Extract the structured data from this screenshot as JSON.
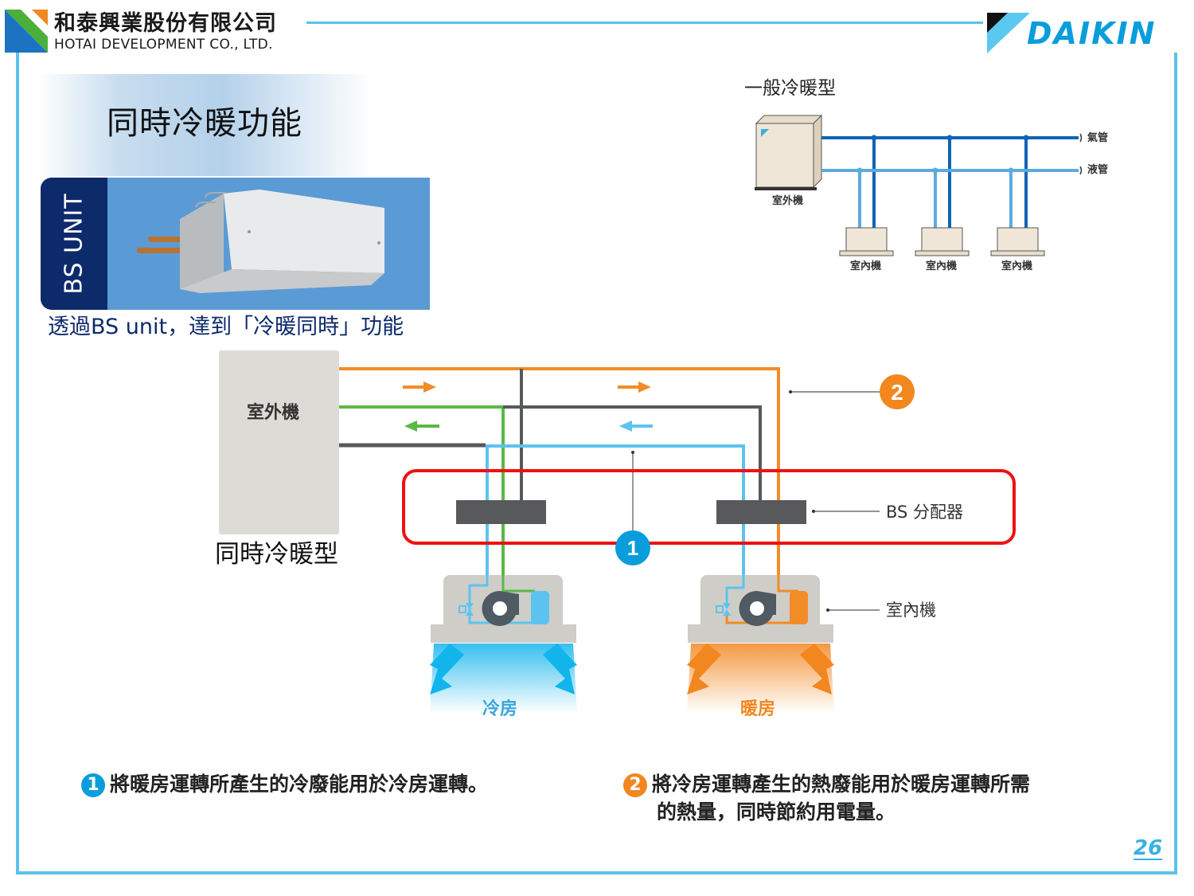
{
  "header": {
    "company_name_zh": "和泰興業股份有限公司",
    "company_name_en": "HOTAI DEVELOPMENT CO., LTD.",
    "brand": "DAIKIN"
  },
  "slide": {
    "title": "同時冷暖功能",
    "bs_unit_tab": "BS UNIT",
    "bs_unit_caption": "透過BS unit，達到「冷暖同時」功能",
    "page_number": "26"
  },
  "general_diagram": {
    "title": "一般冷暖型",
    "outdoor_label": "室外機",
    "gas_pipe_label": "氣管",
    "liquid_pipe_label": "液管",
    "indoor_labels": [
      "室內機",
      "室內機",
      "室內機"
    ]
  },
  "simultaneous_diagram": {
    "type_label": "同時冷暖型",
    "outdoor_label": "室外機",
    "bs_label": "BS 分配器",
    "indoor_label": "室內機",
    "cooling_label": "冷房",
    "heating_label": "暖房",
    "callout_1": "1",
    "callout_2": "2",
    "colors": {
      "hot_gas": "#f28c28",
      "liquid": "#5cc3f0",
      "suction": "#5ab946",
      "dark_pipe": "#58595b",
      "highlight": "#ee1111",
      "cooling_air": "#12b4ec",
      "heating_air": "#f2861f"
    }
  },
  "notes": [
    {
      "badge": "1",
      "text": "將暖房運轉所產生的冷廢能用於冷房運轉。",
      "color": "#0a9ddb"
    },
    {
      "badge": "2",
      "line1": "將冷房運轉產生的熱廢能用於暖房運轉所需",
      "line2": "的熱量，同時節約用電量。",
      "color": "#f2861f"
    }
  ]
}
